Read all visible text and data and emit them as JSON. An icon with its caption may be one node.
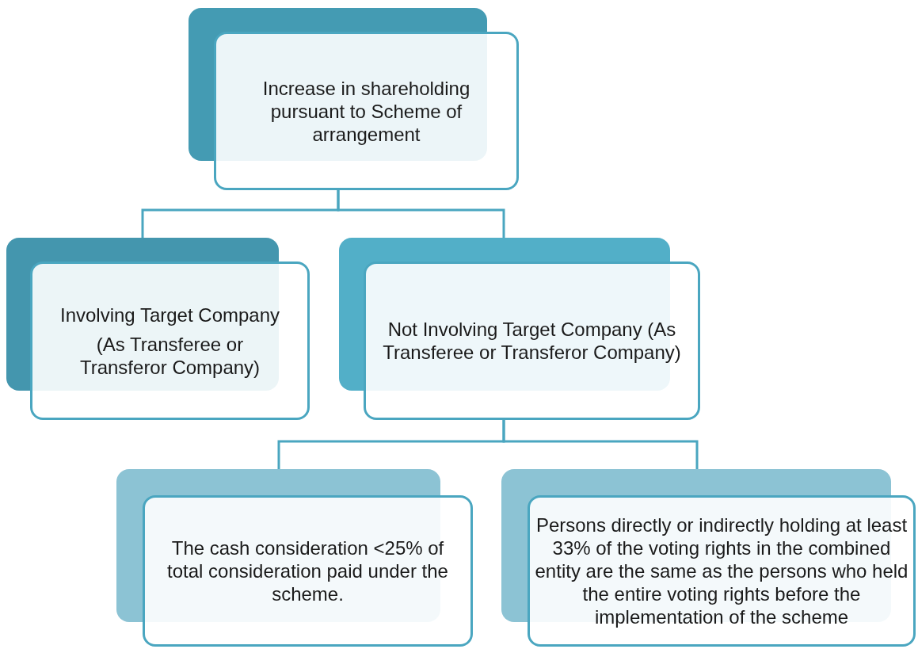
{
  "diagram": {
    "nodes": [
      {
        "text": [
          "Increase in shareholding pursuant to Scheme of arrangement"
        ]
      },
      {
        "text": [
          "Involving Target Company",
          "(As Transferee or Transferor Company)"
        ]
      },
      {
        "text": [
          "Not Involving Target Company (As Transferee or Transferor Company)"
        ]
      },
      {
        "text": [
          "The cash consideration <25% of total consideration paid under the scheme."
        ]
      },
      {
        "text": [
          "Persons directly or indirectly holding at least 33% of the voting rights in the combined entity are the same as the persons who held the entire voting rights before the implementation of the scheme"
        ]
      }
    ],
    "edges": [
      {
        "from": 0,
        "to": 1,
        "arrow": "none"
      },
      {
        "from": 0,
        "to": 2,
        "arrow": "none"
      },
      {
        "from": 2,
        "to": 3,
        "arrow": "none"
      },
      {
        "from": 2,
        "to": 4,
        "arrow": "none"
      }
    ]
  }
}
